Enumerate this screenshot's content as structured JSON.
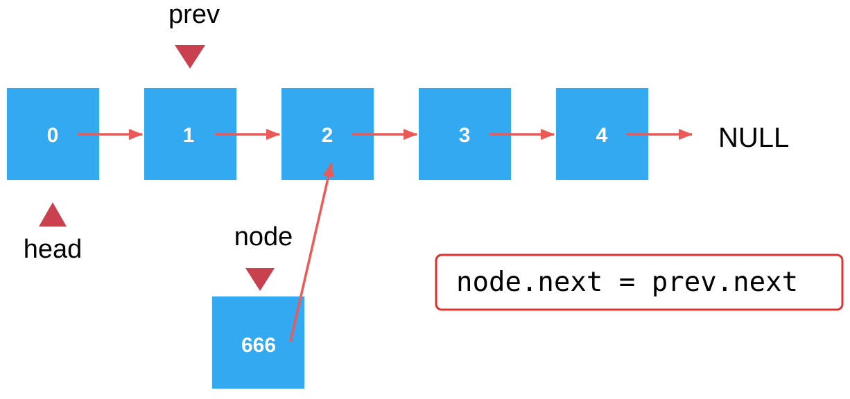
{
  "colors": {
    "node_fill": "#33a9f2",
    "node_text": "#ffffff",
    "arrow": "#ec5a58",
    "pointer_marker": "#c9404f",
    "code_border": "#e0312b"
  },
  "list": {
    "nodes": [
      "0",
      "1",
      "2",
      "3",
      "4"
    ],
    "tail": "NULL"
  },
  "new_node": {
    "value": "666",
    "points_to": "2"
  },
  "pointers": {
    "head": "head",
    "prev": "prev",
    "node": "node"
  },
  "code": "node.next = prev.next"
}
